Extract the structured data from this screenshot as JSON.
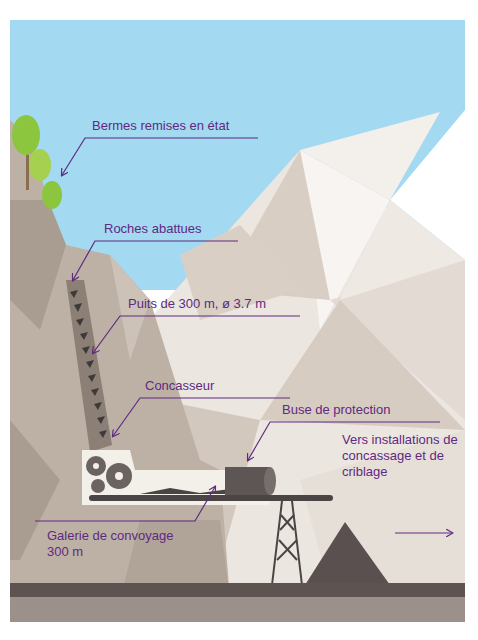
{
  "diagram": {
    "labels": [
      "Bermes remises en état",
      "Roches abattues",
      "Puits de 300 m, ø 3.7 m",
      "Concasseur",
      "Buse de protection",
      "Vers installations de concassage et de criblage",
      "Galerie de convoyage 300 m"
    ]
  }
}
